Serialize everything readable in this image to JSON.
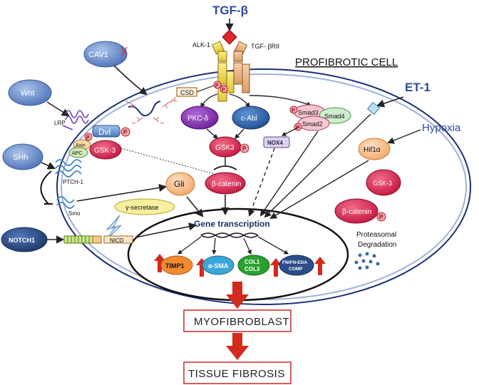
{
  "ligands": {
    "tgfb": "TGF-β",
    "et1": "ET-1",
    "hypoxia": "Hypoxia",
    "wnt": "Wnt",
    "shh": "SHh",
    "notch1": "NOTCH1",
    "cav1": "CAV1"
  },
  "receptors": {
    "alk1": "ALK-1",
    "tgfbr2": "TGF- βRII",
    "lrp": "LRP",
    "ptch1": "PTCH-1",
    "smo": "Smo",
    "nicd": "NICD",
    "csd": "CSD"
  },
  "cell_title": "PROFIBROTIC CELL",
  "signaling": {
    "pkc": "PKC-δ",
    "cabl": "c-Abl",
    "gsk3_center": "GSK3",
    "bcat_center": "β-catenin",
    "smad3": "Smad3",
    "smad4": "Smad4",
    "smad2": "Smad2",
    "nox4": "NOX4",
    "hif1a": "Hif1α",
    "gli": "Gli",
    "gsecretase": "γ-secretase",
    "dvl": "Dvl",
    "axin": "Axin",
    "apc": "APC",
    "gsk3_wnt": "GSK-3",
    "gsk3_right": "GSK-3",
    "bcat_right": "β-catenin",
    "phospho": "P",
    "proteasomal_1": "Proteasomal",
    "proteasomal_2": "Degradation"
  },
  "nucleus": {
    "title": "Gene transcription",
    "timp1": "TIMP1",
    "asma": "α-SMA",
    "col1": "COL1",
    "col3": "COL3",
    "fn1": "FN/FN-EDA",
    "fn2": "COMP"
  },
  "outcomes": {
    "myofibroblast": "MYOFIBROBLAST",
    "fibrosis": "TISSUE FIBROSIS"
  },
  "colors": {
    "ligand_blue": "#5b7fc0",
    "title_blue": "#2e4a9c",
    "pkc_purple": "#8a2fb5",
    "cabl_blue": "#2f6ab0",
    "gsk_red": "#d92b55",
    "arrow_red": "#d32a1e",
    "orange": "#f08a2c",
    "green": "#2aa12e",
    "navy": "#2d4d8a"
  }
}
